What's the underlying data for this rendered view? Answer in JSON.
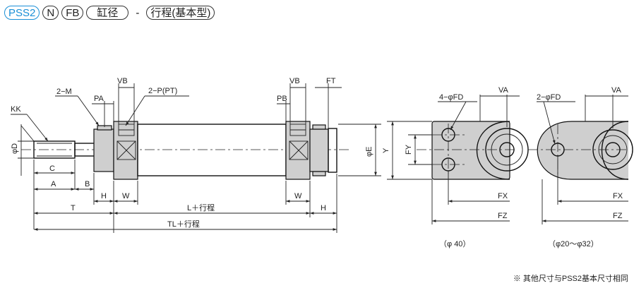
{
  "header": {
    "model_parts": [
      "PSS2",
      "N",
      "FB",
      "缸径",
      "-",
      "行程(基本型)"
    ],
    "accent_color": "#1a8fd6"
  },
  "dims": {
    "KK": "KK",
    "M": "2−M",
    "PA": "PA",
    "VB1": "VB",
    "P": "2−P(PT)",
    "D": "φD",
    "C": "C",
    "A": "A",
    "B": "B",
    "H1": "H",
    "W1": "W",
    "T": "T",
    "L": "L＋行程",
    "TL": "TL＋行程",
    "PB": "PB",
    "VB2": "VB",
    "FT": "FT",
    "E": "φE",
    "W2": "W",
    "H2": "H"
  },
  "end_view_40": {
    "FD": "4−φFD",
    "VA": "VA",
    "Y": "Y",
    "FY": "FY",
    "FX": "FX",
    "FZ": "FZ",
    "caption": "（φ 40）"
  },
  "end_view_20_32": {
    "FD": "2−φFD",
    "VA": "VA",
    "FX": "FX",
    "FZ": "FZ",
    "caption": "（φ20～φ32）"
  },
  "footnote": "※ 其他尺寸与PSS2基本尺寸相同"
}
